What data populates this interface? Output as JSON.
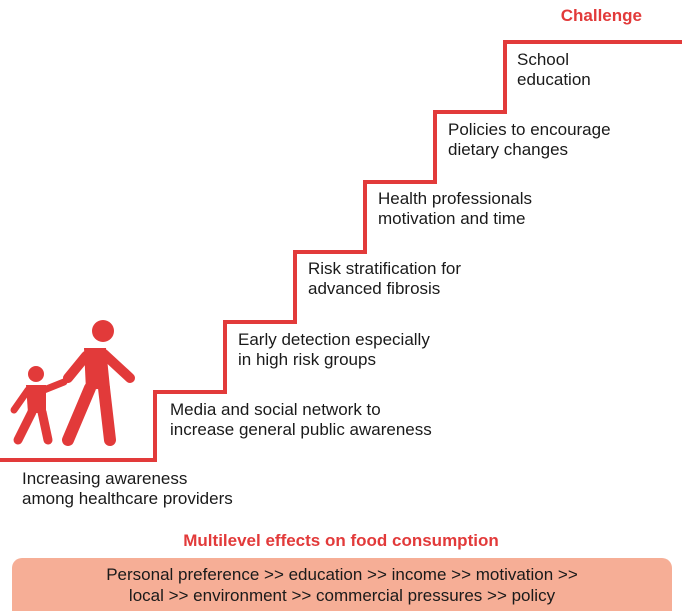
{
  "challenge_label": "Challenge",
  "steps": [
    {
      "label": "Increasing awareness\namong healthcare providers"
    },
    {
      "label": "Media and social network to\nincrease general public awareness"
    },
    {
      "label": "Early detection especially\nin high risk groups"
    },
    {
      "label": "Risk stratification for\nadvanced fibrosis"
    },
    {
      "label": "Health professionals\nmotivation and time"
    },
    {
      "label": "Policies to encourage\ndietary changes"
    },
    {
      "label": "School\neducation"
    }
  ],
  "multilevel_title": "Multilevel effects on food consumption",
  "factors_text": "Personal preference >> education >> income >> motivation >>\nlocal >> environment >> commercial pressures >> policy",
  "colors": {
    "accent": "#e23a3a",
    "factors_background": "#f6ae96"
  },
  "icons": {
    "walkers": "adult-and-child-walking-icon"
  }
}
